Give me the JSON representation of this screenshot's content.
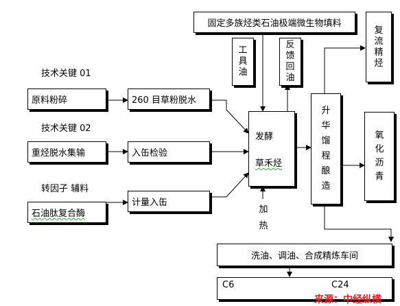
{
  "labels": {
    "key1": "技术关键 01",
    "key2": "技术关键 02",
    "factor": "转因子 辅料"
  },
  "inputs": {
    "raw_crush": "原料粉碎",
    "heavy_dewater": "重烃脱水集输",
    "petroleum_enzyme": "石油肽复合酶"
  },
  "steps": {
    "mesh_dewater": "260 目草粉脱水",
    "tank_inspect": "入缶检验",
    "meter_tank": "计量入缶"
  },
  "top_filler": "固定多族烃类石油极端微生物填料",
  "tool_oil": "工具油",
  "feedback_oil": "反馈回油",
  "ferment": {
    "line1": "发酵",
    "line2": "草禾烃"
  },
  "heating": "加热",
  "sublimation": "升华馏程酿造",
  "reflux": "复流精烃",
  "asphalt": "氧化沥青",
  "workshop": "洗油、调油、合成精炼车间",
  "range": {
    "start": "C6",
    "end": "C24"
  },
  "source": "来源：中经纵横",
  "colors": {
    "source_red": "#e41b1b",
    "wavy_green": "#2bb02b"
  }
}
